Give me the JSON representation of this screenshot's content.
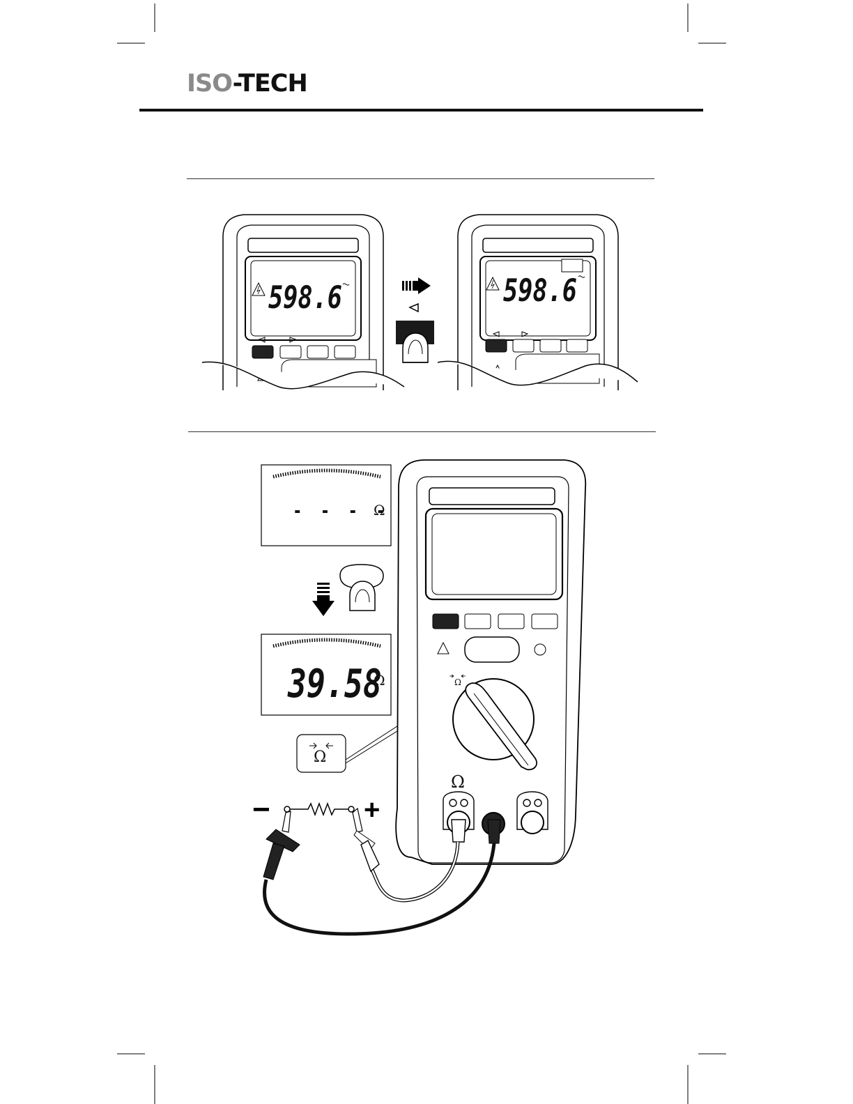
{
  "brand": {
    "iso": "ISO",
    "tech": "-TECH"
  },
  "figure1": {
    "before": {
      "reading": "598.6"
    },
    "after": {
      "reading": "598.6"
    }
  },
  "figure2": {
    "display_idle": {
      "reading": "- - - -",
      "unit": "Ω"
    },
    "display_measure": {
      "reading": "39.58",
      "unit": "Ω"
    },
    "terminal_label": "Ω",
    "dial_label": "Ω",
    "inset_label": "Ω",
    "polarity_minus": "−",
    "polarity_plus": "+"
  }
}
